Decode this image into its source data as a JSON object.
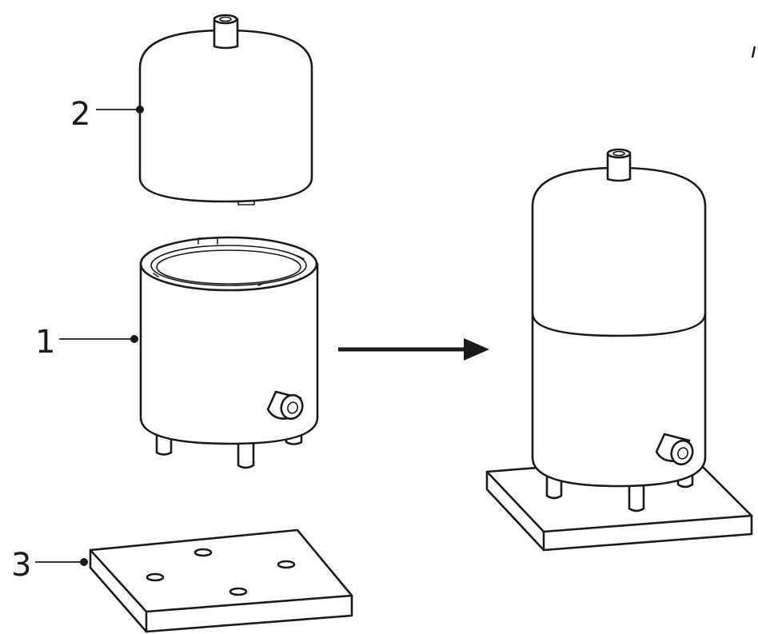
{
  "callouts": [
    {
      "label": "1",
      "part": "tank-lower-section"
    },
    {
      "label": "2",
      "part": "tank-upper-dome"
    },
    {
      "label": "3",
      "part": "base-plate"
    }
  ],
  "colors": {
    "line": "#1a1a1a",
    "background": "#ffffff"
  }
}
